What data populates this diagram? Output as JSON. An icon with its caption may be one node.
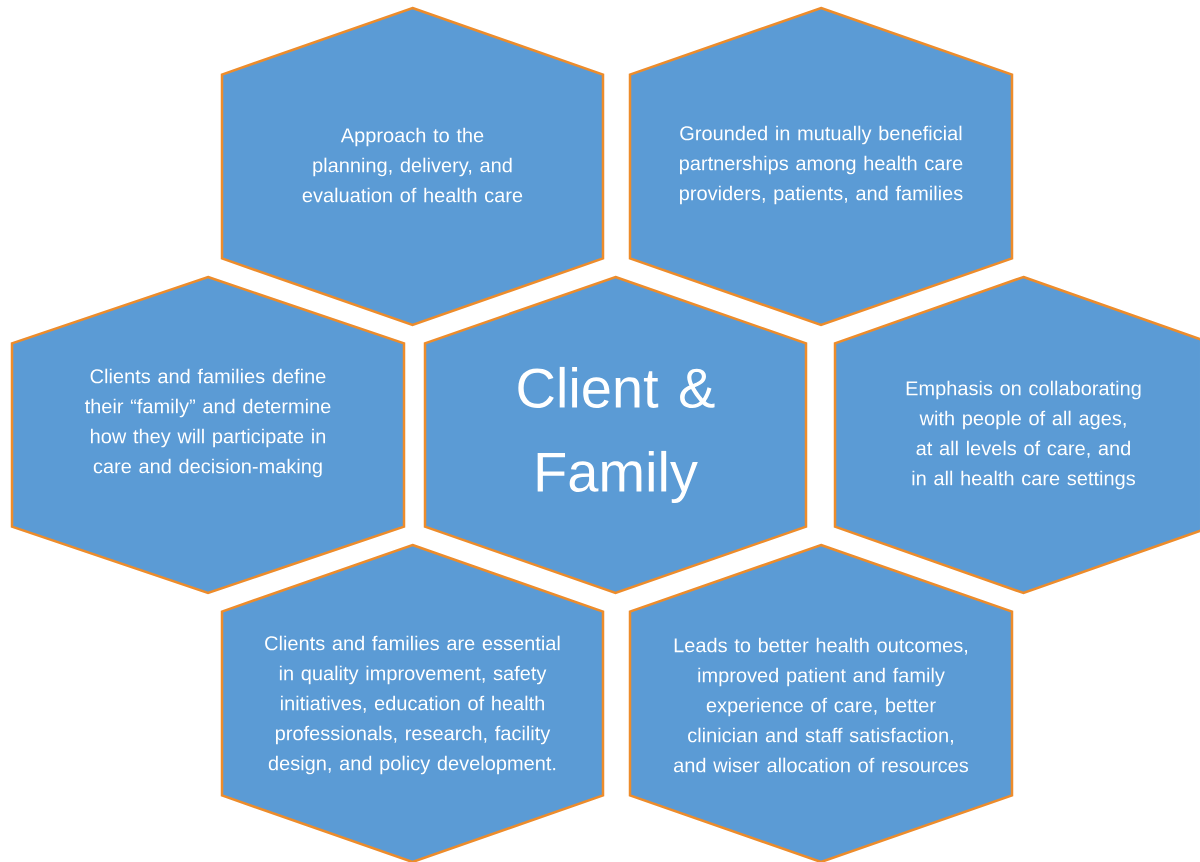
{
  "diagram": {
    "nodes": [
      {
        "text": [
          "Approach to the planning, delivery, and evaluation of health care"
        ]
      },
      {
        "text": [
          "Grounded in mutually beneficial partnerships among health care providers, patients, and families"
        ]
      },
      {
        "text": [
          "Clients and families define their “family” and determine how they will participate in care and decision-making"
        ]
      },
      {
        "text": [
          "Client & Family"
        ]
      },
      {
        "text": [
          "Emphasis on collaborating with people of all ages, at all levels of care, and in all health care settings"
        ]
      },
      {
        "text": [
          "Clients and families are essential in quality improvement, safety initiatives, education of health professionals, research, facility design, and policy development."
        ]
      },
      {
        "text": [
          "Leads to better health outcomes, improved patient and family experience of care, better clinician and staff satisfaction, and wiser allocation of resources"
        ]
      }
    ]
  }
}
